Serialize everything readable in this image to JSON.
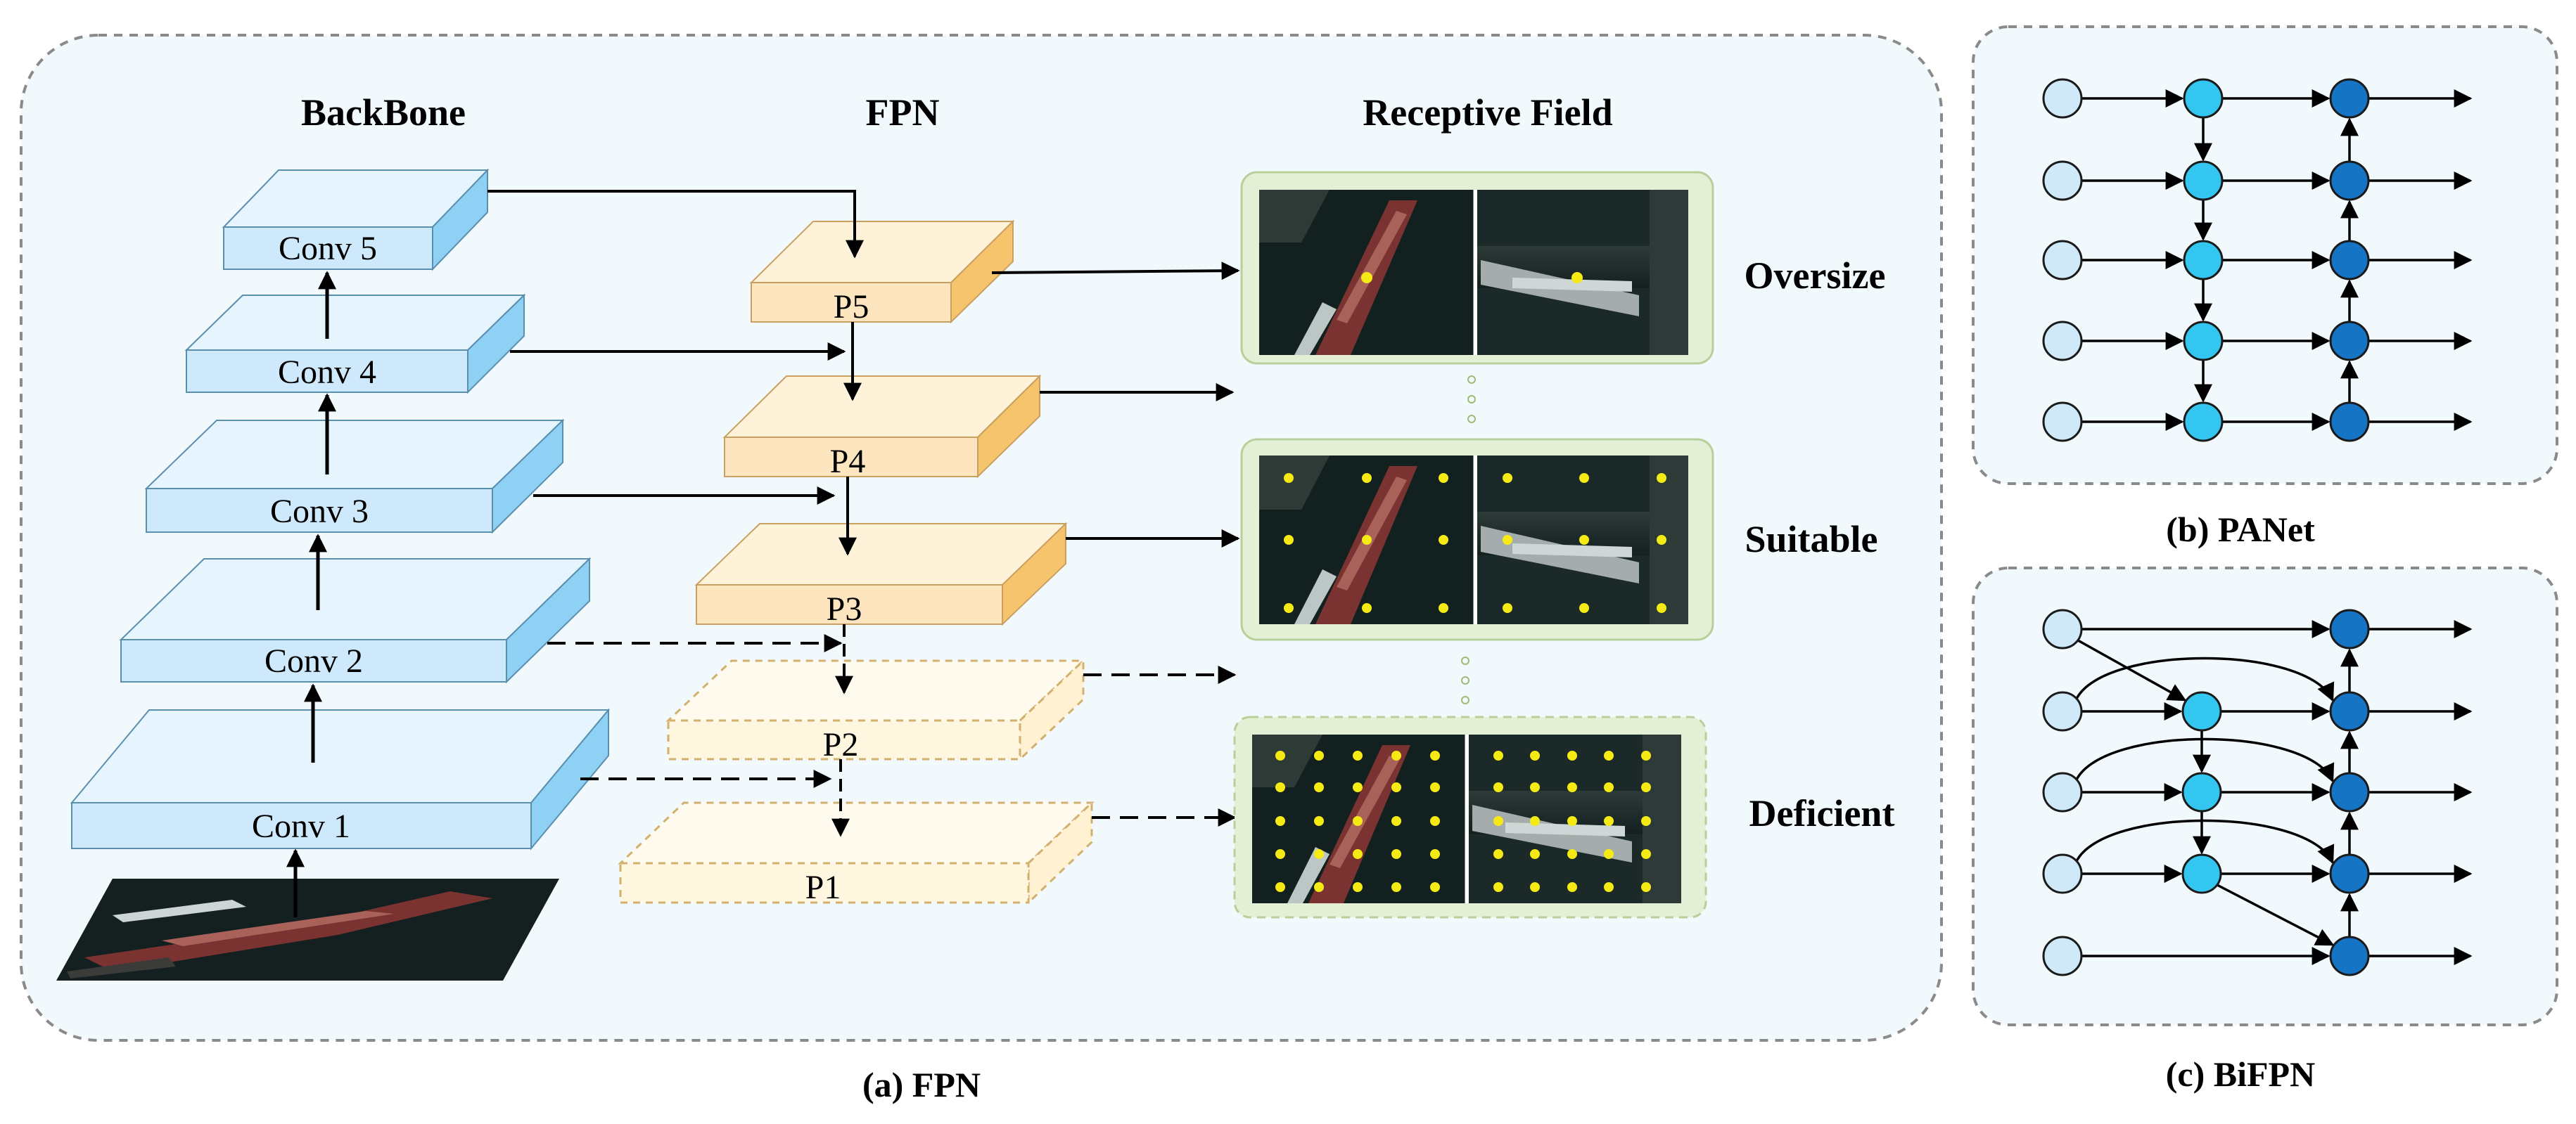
{
  "headings": {
    "backbone": "BackBone",
    "fpn": "FPN",
    "receptive_field": "Receptive Field"
  },
  "backbone_blocks": [
    "Conv 1",
    "Conv 2",
    "Conv 3",
    "Conv 4",
    "Conv 5"
  ],
  "fpn_blocks": {
    "solid": [
      "P5",
      "P4",
      "P3"
    ],
    "dashed": [
      "P2",
      "P1"
    ]
  },
  "receptive_labels": [
    "Oversize",
    "Suitable",
    "Deficient"
  ],
  "captions": {
    "fpn": "(a) FPN",
    "panet": "(b) PANet",
    "bifpn": "(c) BiFPN"
  },
  "colors": {
    "panel_bg": "#f2f9fd",
    "panel_border": "#8a8a8a",
    "backbone_front": "#cde9fb",
    "backbone_side": "#8fd0f5",
    "fpn_front": "#fde6bf",
    "fpn_side": "#f7c46e",
    "fpn_dashed_front": "#fff6df",
    "rf_box": "#e4f0d6",
    "rf_border": "#b8cf9a",
    "node_light": "#cfe9f8",
    "node_mid": "#33c6f0",
    "node_dark": "#1574c4",
    "yellow_dot": "#f5ea13"
  }
}
